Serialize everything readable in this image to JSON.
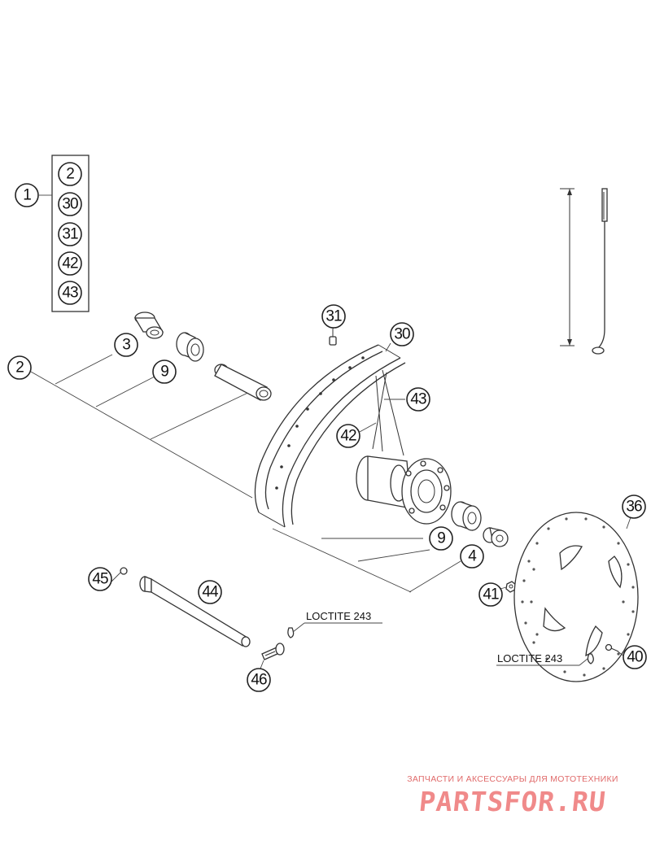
{
  "kit_box": {
    "main_number": "1",
    "contents": [
      "2",
      "30",
      "31",
      "42",
      "43"
    ]
  },
  "callouts": {
    "axle_left_spacer": "2",
    "spacer_3": "3",
    "bearing_left": "9",
    "spoke_nipple": "31",
    "rim": "30",
    "spoke_43": "43",
    "spoke_42": "42",
    "bearing_right": "9",
    "spacer_4": "4",
    "brake_disc": "36",
    "axle_nut": "45",
    "axle": "44",
    "disc_nut": "41",
    "clamp_screw": "46",
    "disc_screw": "40"
  },
  "notes": {
    "loctite_left": "LOCTITE 243",
    "loctite_right": "LOCTITE 243"
  },
  "watermark": {
    "caption": "ЗАПЧАСТИ И АКСЕССУАРЫ ДЛЯ МОТОТЕХНИКИ",
    "logo": "PARTSFOR.RU"
  },
  "colors": {
    "line": "#333333",
    "watermark": "#e06a6a"
  }
}
